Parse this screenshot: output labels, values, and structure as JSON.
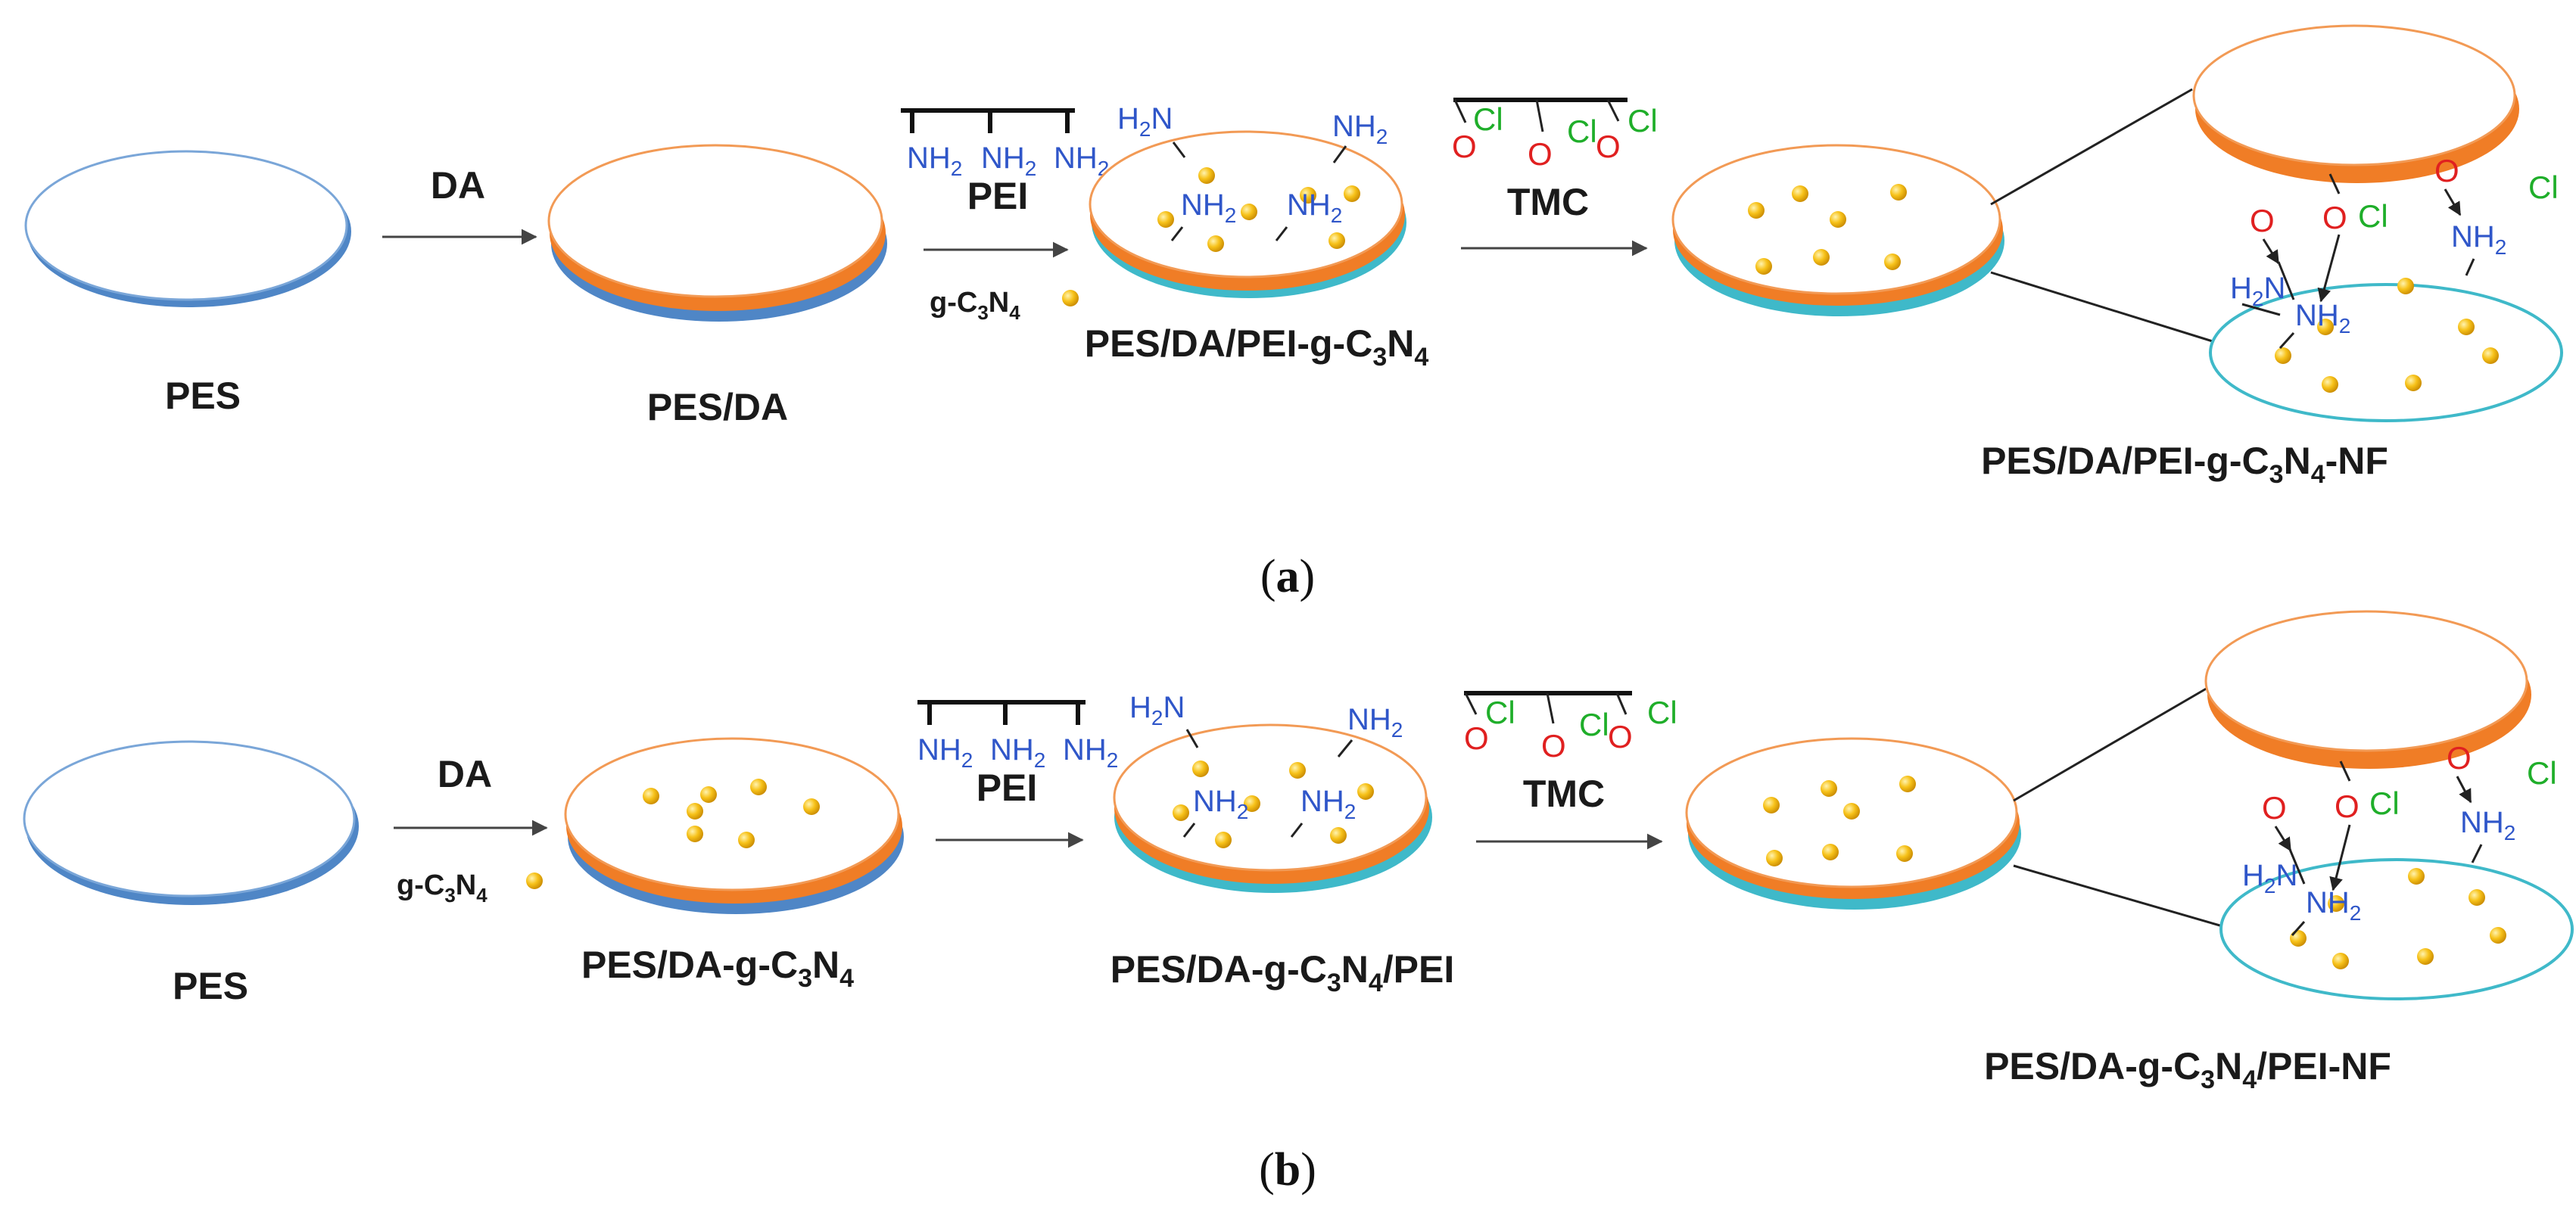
{
  "colors": {
    "pes_edge": "#4f86c6",
    "pda_layer": "#f07d26",
    "pa_layer": "#3fb9c9",
    "particle": "#f5b800",
    "amine": "#2f56c9",
    "chloride": "#1fae2a",
    "oxygen": "#e02020"
  },
  "panel_a": {
    "arrow1": "DA",
    "arrow2_top": "PEI",
    "arrow2_bottom_prefix": "g-C",
    "arrow3": "TMC",
    "labels": {
      "pes": "PES",
      "pes_da": "PES/DA",
      "pes_da_pei": "PES/DA/PEI-g-C",
      "final": "PES/DA/PEI-g-C",
      "final_suffix": "-NF"
    },
    "caption_letter": "a"
  },
  "panel_b": {
    "arrow1": "DA",
    "arrow1_bottom_prefix": "g-C",
    "arrow2_top": "PEI",
    "arrow3": "TMC",
    "labels": {
      "pes": "PES",
      "pes_da_g": "PES/DA-g-C",
      "pes_da_g_pei_prefix": "PES/DA-g-C",
      "pes_da_g_pei_suffix": "/PEI",
      "final_prefix": "PES/DA-g-C",
      "final_suffix": "/PEI-NF"
    },
    "caption_letter": "b"
  },
  "chem": {
    "nh2": "NH",
    "h2n": "H",
    "two": "2",
    "three": "3",
    "four": "4",
    "cl": "Cl",
    "o": "O",
    "paren_open": "(",
    "paren_close": ")"
  }
}
